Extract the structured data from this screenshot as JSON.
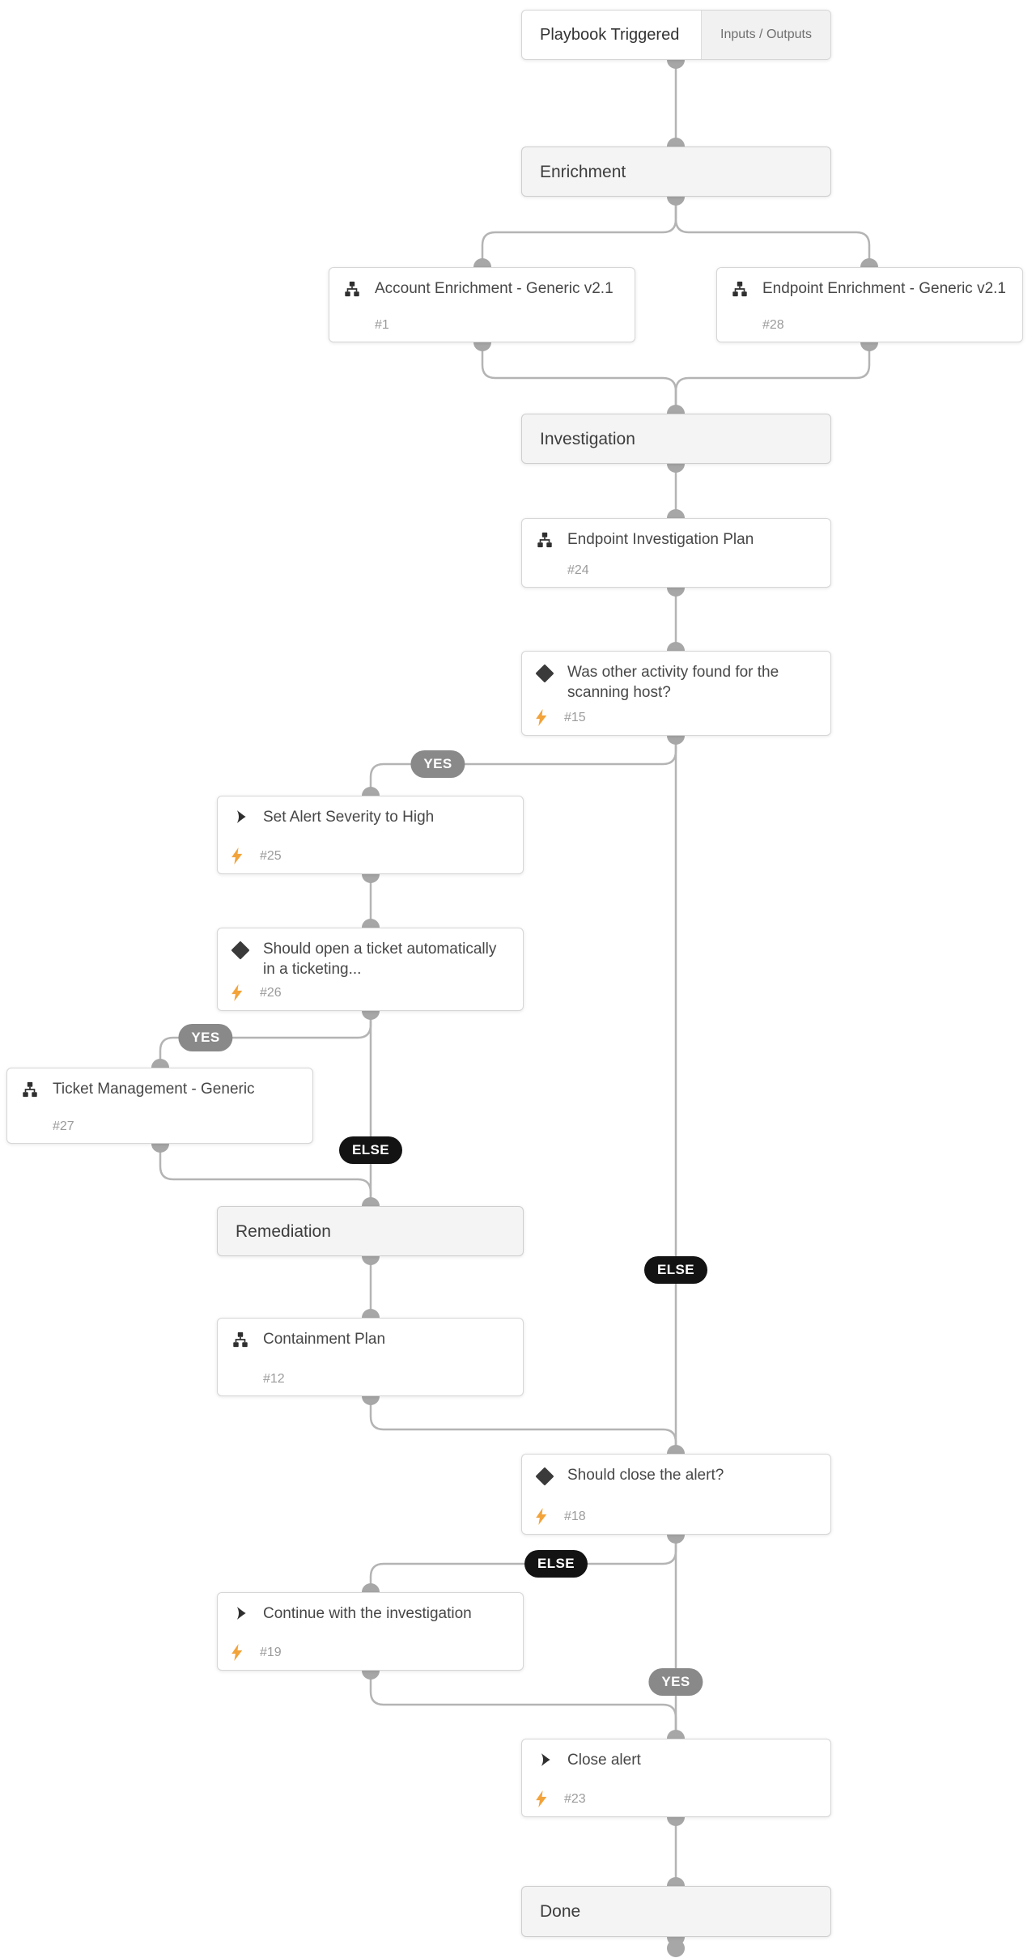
{
  "badges": {
    "yes": "YES",
    "else": "ELSE"
  },
  "colors": {
    "connector": "#b4b4b4",
    "port": "#a7a7a7",
    "yes_badge": "#898989",
    "else_badge": "#131313",
    "bolt": "#f2a33a",
    "section_bg": "#f4f4f4"
  },
  "nodes": [
    {
      "type": "trigger",
      "title": "Playbook Triggered",
      "right_label": "Inputs / Outputs"
    },
    {
      "type": "section",
      "title": "Enrichment"
    },
    {
      "type": "playbook",
      "title": "Account Enrichment - Generic v2.1",
      "number": "#1"
    },
    {
      "type": "playbook",
      "title": "Endpoint Enrichment - Generic v2.1",
      "number": "#28"
    },
    {
      "type": "section",
      "title": "Investigation"
    },
    {
      "type": "playbook",
      "title": "Endpoint Investigation Plan",
      "number": "#24"
    },
    {
      "type": "condition",
      "title": "Was other activity found for the scanning host?",
      "number": "#15"
    },
    {
      "type": "task",
      "title": "Set Alert Severity to High",
      "number": "#25"
    },
    {
      "type": "condition",
      "title": "Should open a ticket automatically in a ticketing...",
      "number": "#26"
    },
    {
      "type": "playbook",
      "title": "Ticket Management - Generic",
      "number": "#27"
    },
    {
      "type": "section",
      "title": "Remediation"
    },
    {
      "type": "playbook",
      "title": "Containment Plan",
      "number": "#12"
    },
    {
      "type": "condition",
      "title": "Should close the alert?",
      "number": "#18"
    },
    {
      "type": "task",
      "title": "Continue with the investigation",
      "number": "#19"
    },
    {
      "type": "task",
      "title": "Close alert",
      "number": "#23"
    },
    {
      "type": "section",
      "title": "Done"
    }
  ]
}
